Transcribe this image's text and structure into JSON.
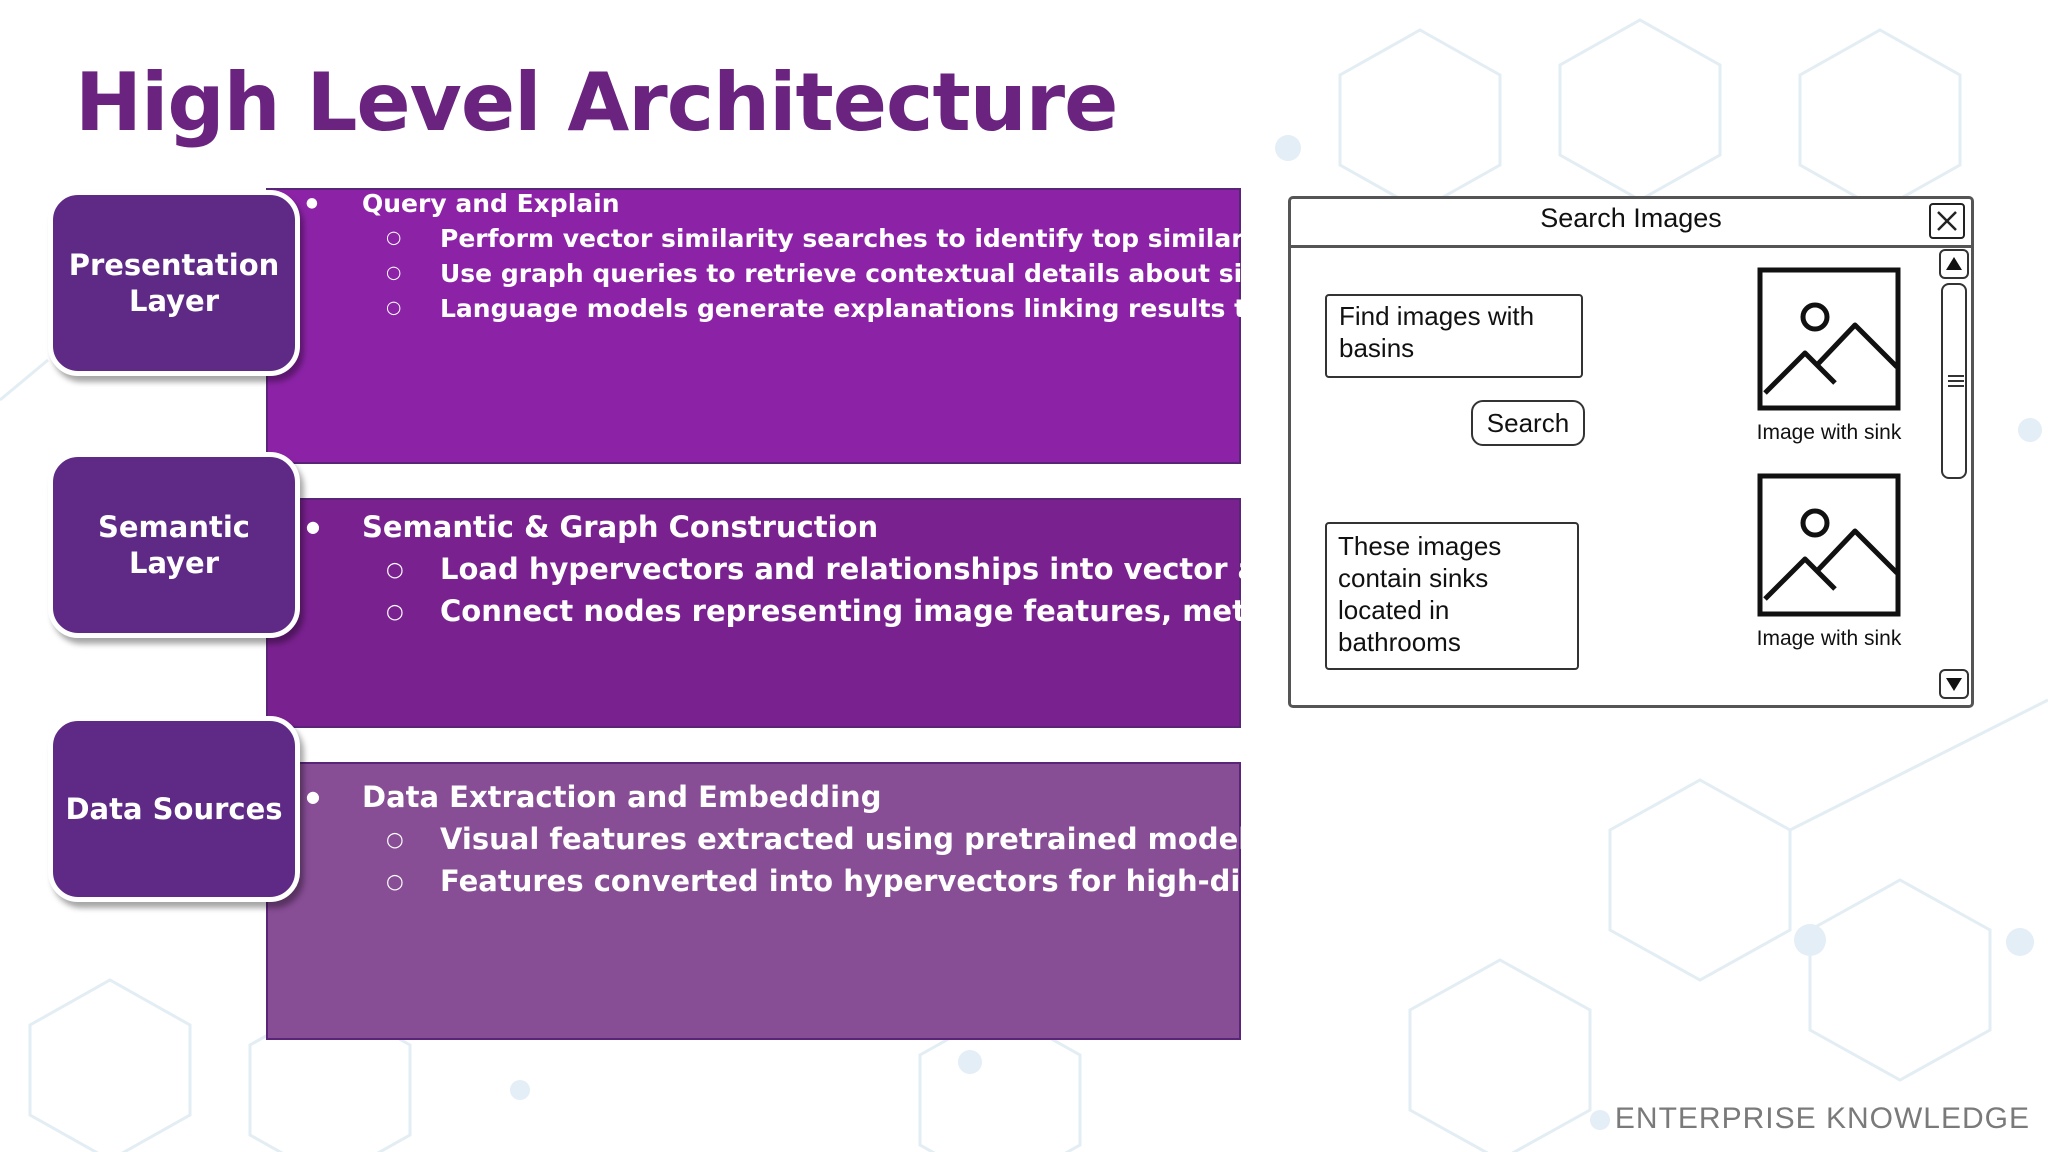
{
  "slide": {
    "title": "High Level Architecture",
    "footer": "ENTERPRISE KNOWLEDGE"
  },
  "layers": {
    "presentation": {
      "label": "Presentation Layer",
      "heading": "Query and Explain",
      "items": [
        "Perform vector similarity searches to identify top similar images.",
        "Use graph queries to retrieve contextual details about similar images.",
        "Language models generate explanations linking results to user queries."
      ]
    },
    "semantic": {
      "label": "Semantic Layer",
      "heading": "Semantic & Graph Construction",
      "items": [
        "Load hypervectors and relationships into vector and graph databases.",
        "Connect nodes representing image features, metadata, and text-based context."
      ]
    },
    "data": {
      "label": "Data Sources",
      "heading": "Data Extraction and Embedding",
      "items": [
        "Visual features extracted using pretrained models.",
        "Features converted into hypervectors for high-dimensional encoding."
      ]
    }
  },
  "mockup": {
    "window_title": "Search Images",
    "query_text": "Find images with basins",
    "search_label": "Search",
    "explanation_text": "These images contain sinks located in bathrooms",
    "results": [
      {
        "caption": "Image with sink",
        "icon": "image-placeholder-icon"
      },
      {
        "caption": "Image with sink",
        "icon": "image-placeholder-icon"
      }
    ],
    "icons": {
      "close": "close-icon",
      "scroll_up": "arrow-up-icon",
      "scroll_down": "arrow-down-icon",
      "scroll_grip": "grip-lines-icon"
    }
  },
  "colors": {
    "title": "#6a2480",
    "presentation_band": "#8c23a7",
    "semantic_band": "#7a2190",
    "data_band": "#874d95",
    "layer_tag": "#5e2a86"
  }
}
